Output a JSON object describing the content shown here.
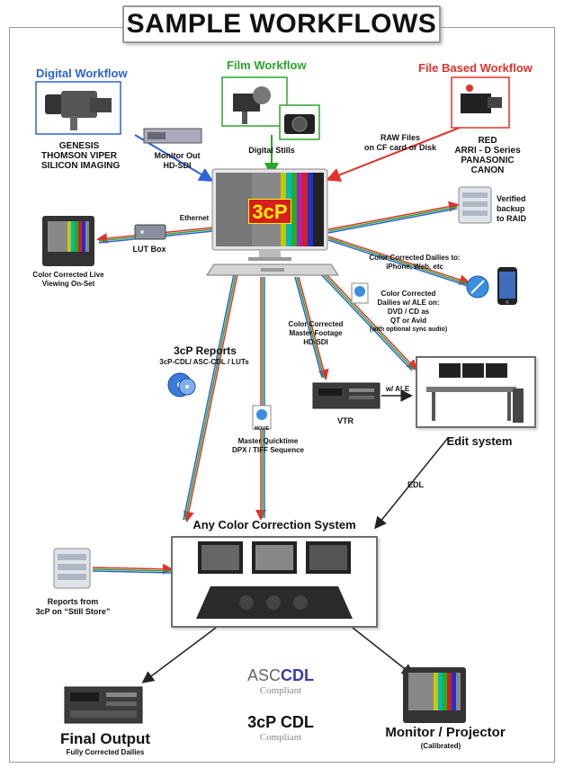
{
  "title": "SAMPLE WORKFLOWS",
  "workflows": {
    "digital": {
      "title": "Digital Workflow",
      "color": "#2b63d9",
      "cameras": [
        "GENESIS",
        "THOMSON VIPER",
        "SILICON IMAGING"
      ]
    },
    "film": {
      "title": "Film Workflow",
      "color": "#2aa52a"
    },
    "file": {
      "title": "File Based Workflow",
      "color": "#e0322c",
      "cameras": [
        "RED",
        "ARRI - D Series",
        "PANASONIC",
        "CANON"
      ]
    }
  },
  "labels": {
    "monitor_out": [
      "Monitor Out",
      "HD-SDI"
    ],
    "digital_stills": "Digital Stills",
    "raw_files": [
      "RAW Files",
      "on CF card or Disk"
    ],
    "ethernet": "Ethernet",
    "lut_box": "LUT Box",
    "live_viewing": [
      "Color Corrected Live",
      "Viewing On-Set"
    ],
    "verified_backup": [
      "Verified",
      "backup",
      "to RAID"
    ],
    "dailies_web": [
      "Color Corrected Dailies to:",
      "iPhone, Web, etc"
    ],
    "dailies_ale": [
      "Color  Corrected",
      "Dailies w/ ALE on:",
      "DVD / CD as",
      "QT or Avid",
      "(with optional sync audio)"
    ],
    "master_footage": [
      "Color Corrected",
      "Master Footage",
      "HD-SDI"
    ],
    "reports_title": "3cP Reports",
    "reports_sub": "3cP-CDL/ ASC-CDL / LUTs",
    "master_quicktime": [
      "Master Quicktime",
      "DPX / TIFF Sequence"
    ],
    "vtr": "VTR",
    "w_ale": "w/ ALE",
    "edit_system": "Edit system",
    "edl": "EDL",
    "color_correction_system": "Any Color Correction System",
    "reports_still_store": [
      "Reports from",
      "3cP on “Still Store”"
    ],
    "final_output": "Final Output",
    "final_output_sub": "Fully Corrected Dailies",
    "monitor_projector": "Monitor / Projector",
    "monitor_projector_sub": "(Calibrated)",
    "movie_badge": "MOVIE"
  },
  "logos": {
    "asc_cdl": {
      "left": "ASC",
      "right": "CDL",
      "sub": "Compliant"
    },
    "cp_cdl": {
      "left": "3cP",
      "right": "CDL",
      "sub": "Compliant"
    },
    "screen_brand": "3cP"
  },
  "icons": [
    "camera-icon",
    "film-camera-icon",
    "dslr-icon",
    "red-camera-icon",
    "monitor-icon",
    "lut-box-icon",
    "raid-icon",
    "iphone-icon",
    "safari-icon",
    "quicktime-icon",
    "disc-icon",
    "vtr-icon",
    "edit-desk-icon",
    "grading-console-icon",
    "deck-icon",
    "crt-monitor-icon",
    "keyboard-icon"
  ]
}
